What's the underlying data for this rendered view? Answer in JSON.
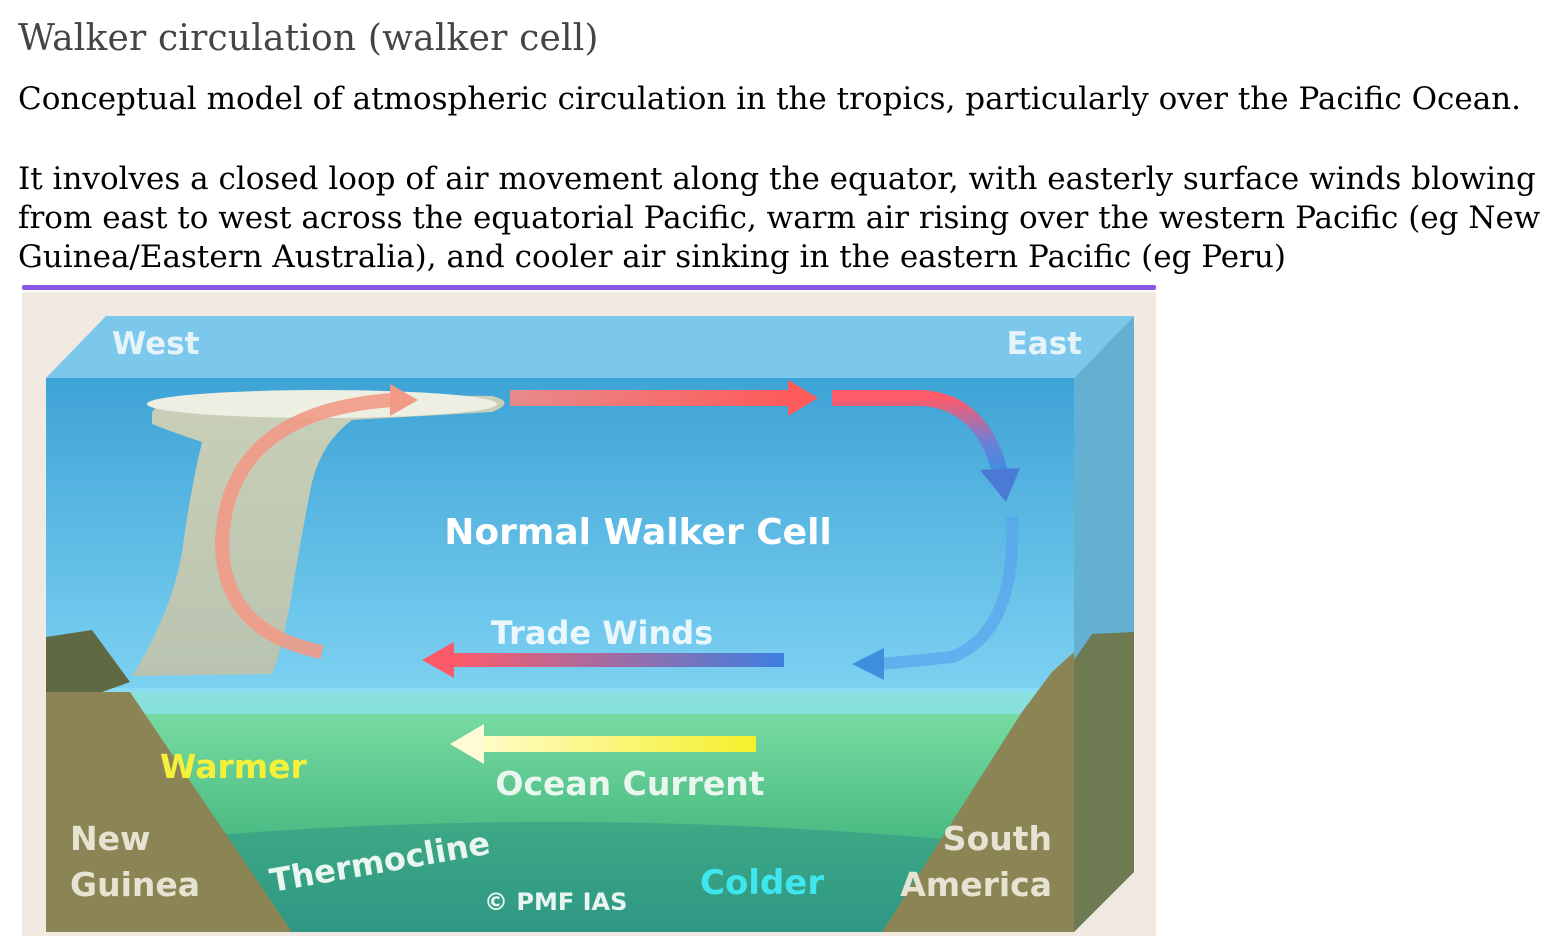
{
  "heading": "Walker circulation (walker cell)",
  "paragraphs": [
    "Conceptual model of atmospheric circulation in the tropics, particularly over the Pacific Ocean.",
    "It involves a closed loop of air movement along the equator, with easterly surface winds blowing from east to west across the equatorial Pacific, warm air rising over the western Pacific (eg New Guinea/Eastern Australia), and cooler air sinking in the eastern Pacific (eg Peru)"
  ],
  "diagram": {
    "west_label": "West",
    "east_label": "East",
    "title": "Normal Walker Cell",
    "trade_winds_label": "Trade Winds",
    "warmer_label": "Warmer",
    "ocean_current_label": "Ocean Current",
    "new_guinea_line1": "New",
    "new_guinea_line2": "Guinea",
    "thermocline_label": "Thermocline",
    "colder_label": "Colder",
    "south_america_line1": "South",
    "south_america_line2": "America",
    "credit": "© PMF IAS",
    "colors": {
      "warm_arrow": "#f26b6b",
      "cool_arrow": "#3d8fe0",
      "warmer_text": "#f5f03a",
      "colder_text": "#3fe6ee",
      "sky": "#5ab9e6",
      "ocean": "#59c98a",
      "land": "#8b8555",
      "highlight_rule": "#8a57e6"
    }
  }
}
